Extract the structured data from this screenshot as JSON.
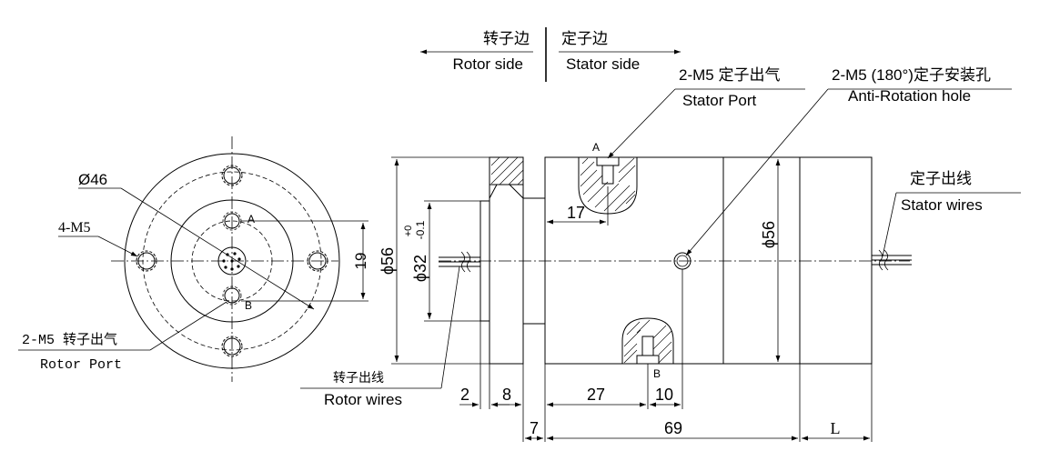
{
  "legend": {
    "rotor_side_cn": "转子边",
    "rotor_side_en": "Rotor side",
    "stator_side_cn": "定子边",
    "stator_side_en": "Stator side"
  },
  "callouts": {
    "stator_port_cn": "2-M5 定子出气",
    "stator_port_en": "Stator Port",
    "anti_rotation_cn": "2-M5 (180°)定子安装孔",
    "anti_rotation_en": "Anti-Rotation hole",
    "stator_wires_cn": "定子出线",
    "stator_wires_en": "Stator wires",
    "rotor_wires_cn": "转子出线",
    "rotor_wires_en": "Rotor wires",
    "rotor_port_cn": "2-M5 转子出气",
    "rotor_port_en": "Rotor Port",
    "thread_4m5": "4-M5",
    "dia_46": "Ø46",
    "port_a": "A",
    "port_b": "B"
  },
  "dimensions": {
    "d56_side": "56",
    "d56_body": "56",
    "d32": "32",
    "d32_tol_upper": "+0",
    "d32_tol_lower": "-0.1",
    "dim_19": "19",
    "dim_17": "17",
    "dim_2": "2",
    "dim_8": "8",
    "dim_27": "27",
    "dim_10": "10",
    "dim_7": "7",
    "dim_69": "69",
    "dim_L": "L"
  }
}
